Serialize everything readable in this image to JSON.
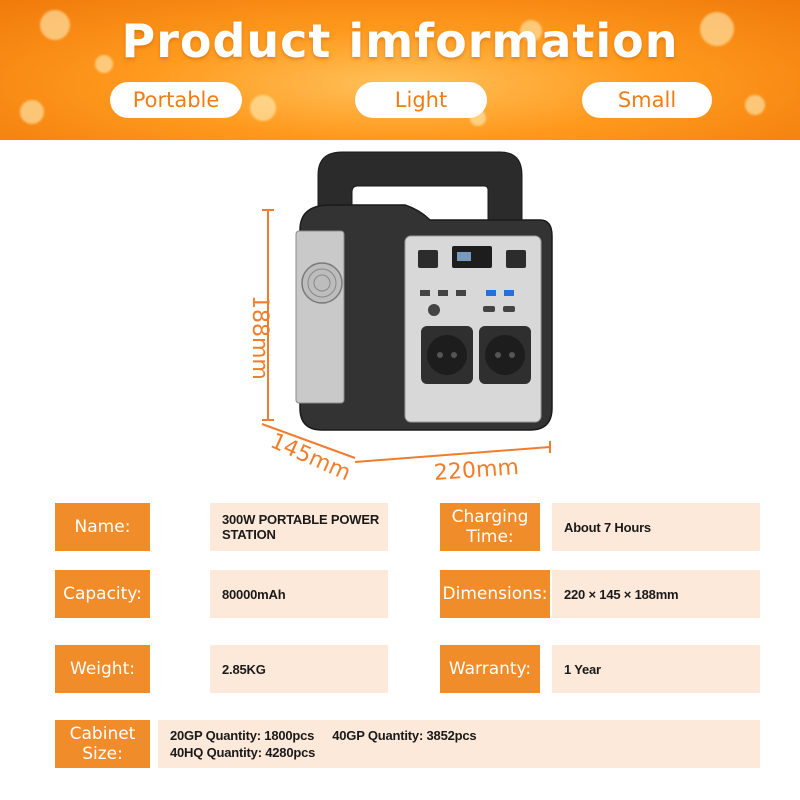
{
  "banner": {
    "title": "Product imformation",
    "tags": [
      "Portable",
      "Light",
      "Small"
    ]
  },
  "dimensions": {
    "height": "188mm",
    "depth": "145mm",
    "width": "220mm"
  },
  "specs": {
    "name": {
      "label": "Name:",
      "value": "300W PORTABLE POWER STATION"
    },
    "charging": {
      "label": "Charging Time:",
      "value": "About 7 Hours"
    },
    "capacity": {
      "label": "Capacity:",
      "value": "80000mAh"
    },
    "dims": {
      "label": "Dimensions:",
      "value": "220 × 145 × 188mm"
    },
    "weight": {
      "label": "Weight:",
      "value": "2.85KG"
    },
    "warranty": {
      "label": "Warranty:",
      "value": "1 Year"
    },
    "cabinet": {
      "label": "Cabinet Size:",
      "q20gp": "20GP Quantity: 1800pcs",
      "q40gp": "40GP Quantity: 3852pcs",
      "q40hq": "40HQ Quantity: 4280pcs"
    }
  },
  "colors": {
    "accent": "#f08c2a",
    "value_bg": "#fde9da",
    "dimension_line": "#f07d2a"
  }
}
